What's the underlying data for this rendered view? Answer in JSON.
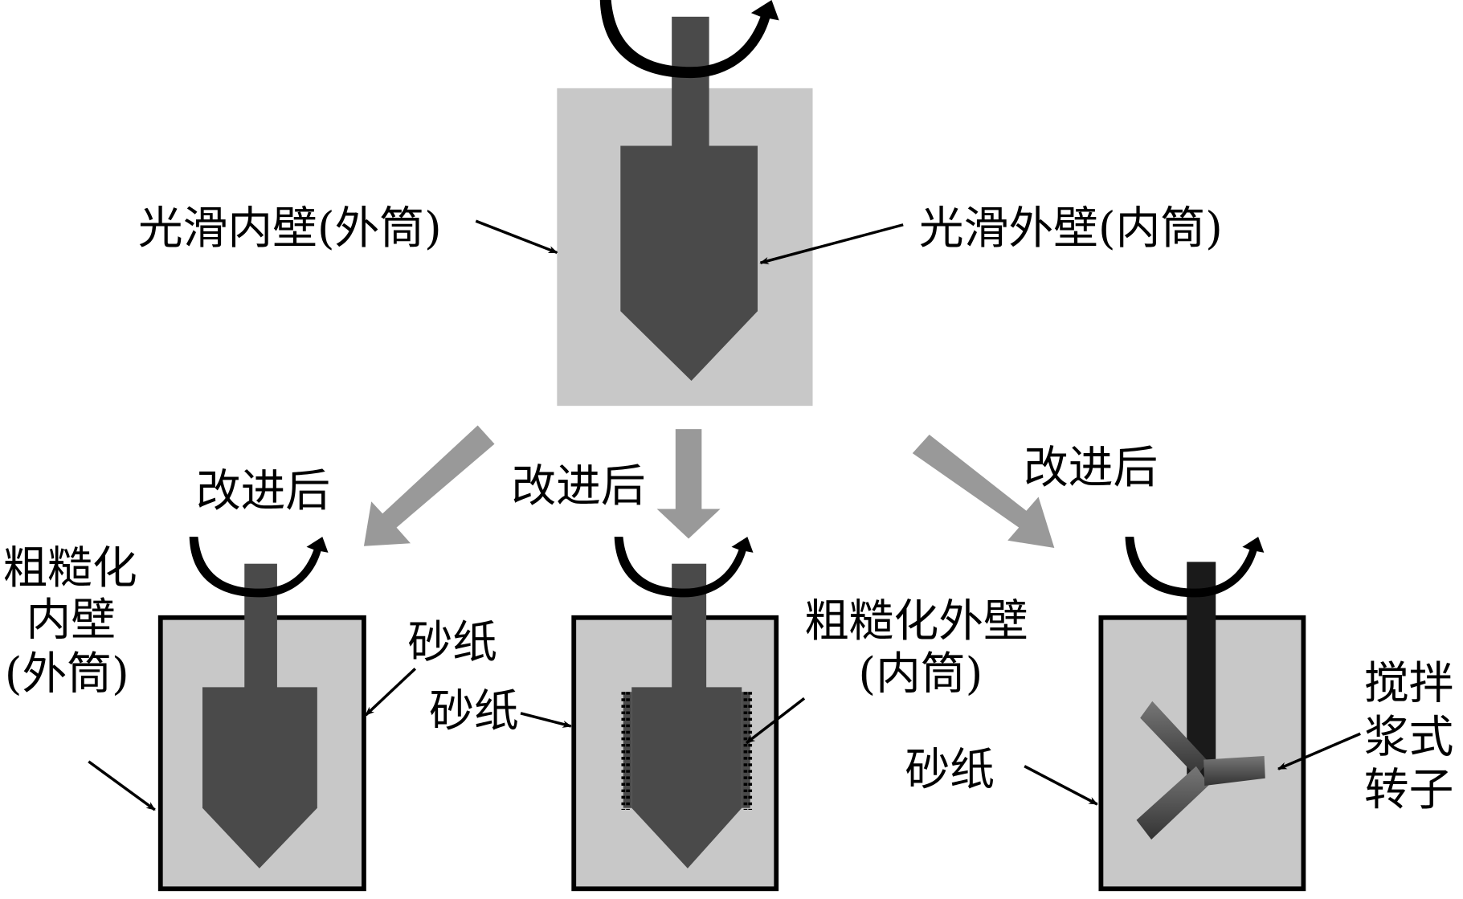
{
  "top": {
    "left_label": "光滑内壁(外筒)",
    "right_label": "光滑外壁(内筒)"
  },
  "improved_labels": [
    "改进后",
    "改进后",
    "改进后"
  ],
  "left_panel": {
    "label_lines": [
      "粗糙化",
      "内壁",
      "(外筒)"
    ],
    "sandpaper": "砂纸"
  },
  "middle_panel": {
    "sandpaper": "砂纸",
    "label_lines": [
      "粗糙化外壁",
      "(内筒)"
    ]
  },
  "right_panel": {
    "sandpaper": "砂纸",
    "rotor_lines": [
      "搅拌",
      "浆式",
      "转子"
    ]
  },
  "colors": {
    "container": "#c8c8c8",
    "rotor": "#4a4a4a",
    "shaft_dark": "#1a1a1a",
    "flow_arrow": "#999999"
  }
}
